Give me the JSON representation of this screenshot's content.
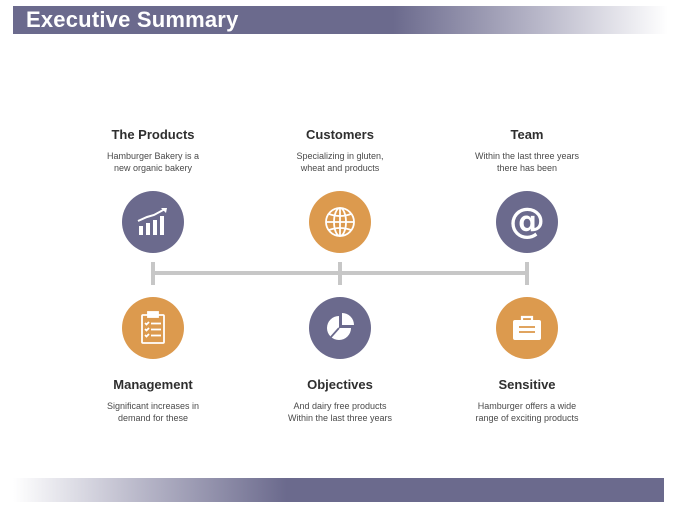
{
  "header": {
    "title": "Executive Summary"
  },
  "colors": {
    "purple": "#6b6a8d",
    "orange": "#dc9a4e",
    "connector": "#c7c7c7"
  },
  "top_items": [
    {
      "title": "The Products",
      "description": "Hamburger Bakery is a new organic bakery",
      "icon": "bar-chart-icon"
    },
    {
      "title": "Customers",
      "description": "Specializing in gluten, wheat and products",
      "icon": "globe-icon"
    },
    {
      "title": "Team",
      "description": "Within the last three years there has been",
      "icon": "at-sign-icon"
    }
  ],
  "bottom_items": [
    {
      "title": "Management",
      "description": "Significant increases in demand for these",
      "icon": "clipboard-icon"
    },
    {
      "title": "Objectives",
      "description": "And dairy free products Within the last three years",
      "icon": "pie-chart-icon"
    },
    {
      "title": "Sensitive",
      "description": "Hamburger offers a wide range of exciting products",
      "icon": "briefcase-icon"
    }
  ]
}
